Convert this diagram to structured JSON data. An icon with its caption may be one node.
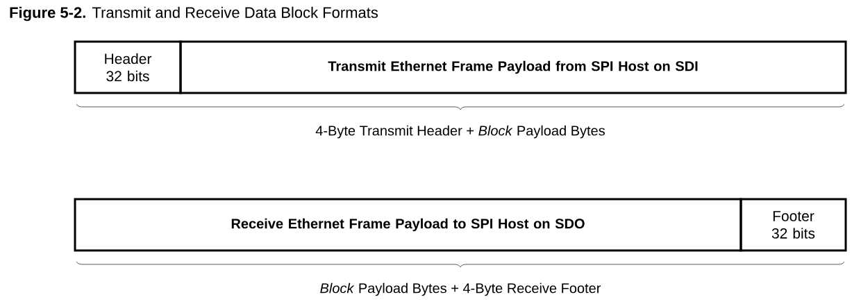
{
  "diagram": {
    "title": "**Figure 5-2.** Transmit and Receive Data Block Formats",
    "nodes": [
      {
        "text": [
          "Header 32 bits"
        ]
      },
      {
        "text": [
          "Transmit Ethernet Frame Payload from SPI Host on SDI"
        ]
      },
      {
        "text": [
          "Receive Ethernet Frame Payload to SPI Host on SDO"
        ]
      },
      {
        "text": [
          "Footer 32 bits"
        ]
      }
    ],
    "labels": [
      "4-Byte Transmit Header + *Block* Payload Bytes",
      "*Block* Payload Bytes + 4-Byte Receive Footer"
    ]
  }
}
